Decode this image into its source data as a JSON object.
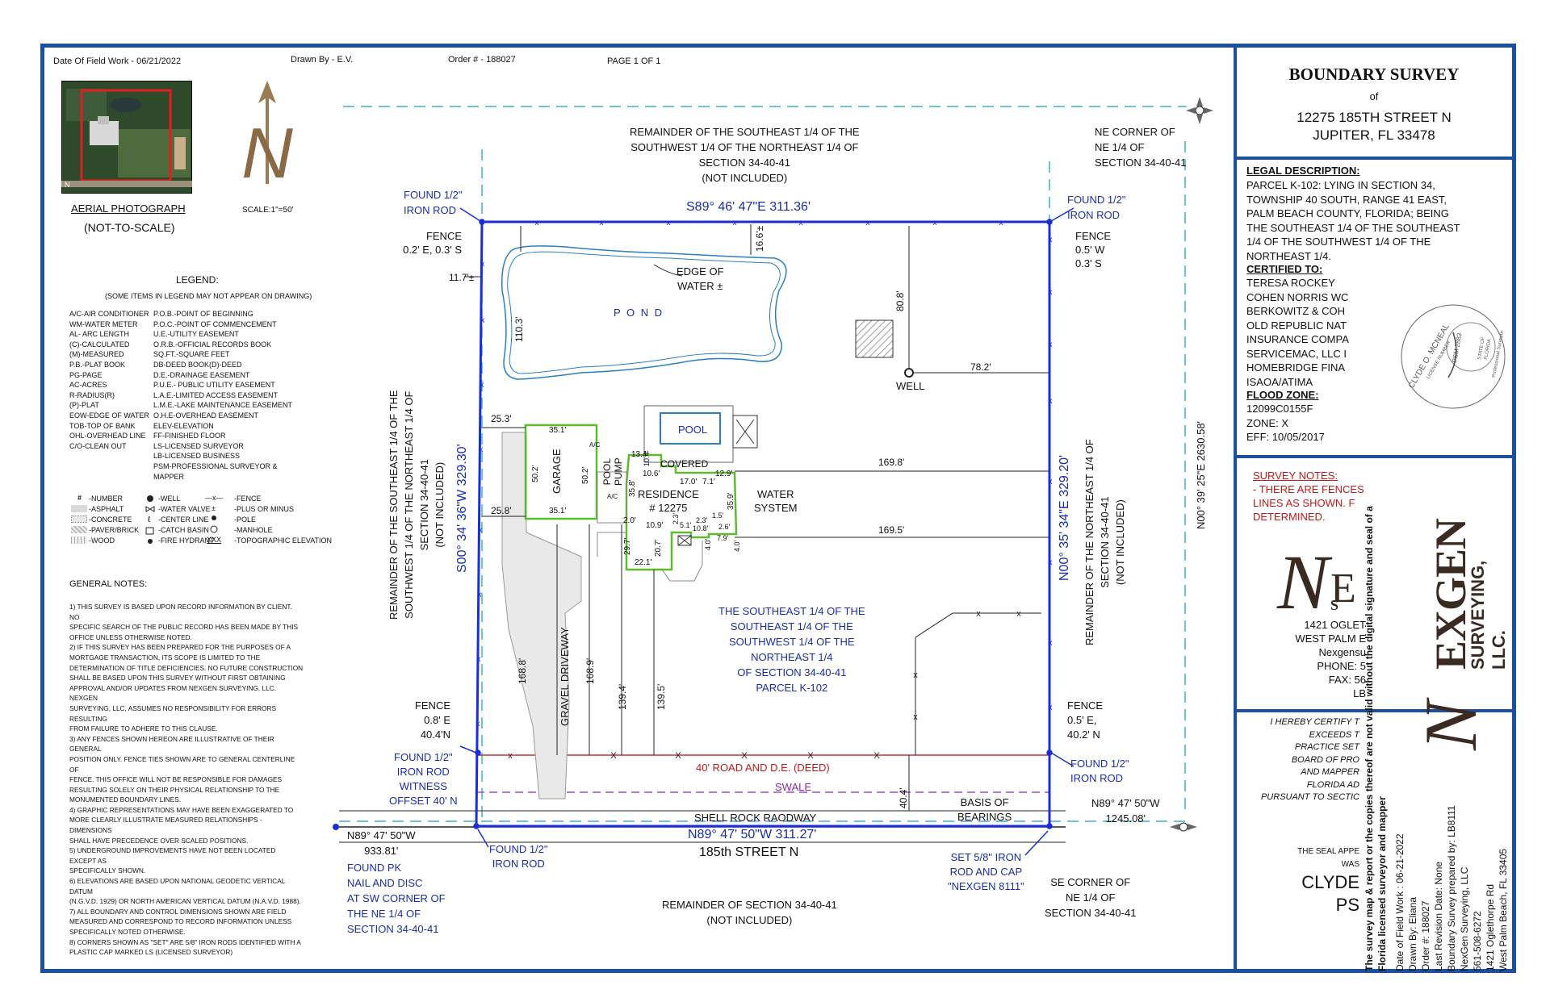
{
  "header": {
    "field_work": "Date Of Field Work -   06/21/2022",
    "drawn_by": "Drawn By  -  E.V.",
    "order": "Order # - 188027",
    "page": "PAGE 1 OF 1"
  },
  "aerial": {
    "title": "AERIAL PHOTOGRAPH",
    "subtitle": "(NOT-TO-SCALE)"
  },
  "north": {
    "letter": "N",
    "scale": "SCALE:1\"=50'"
  },
  "legend": {
    "title": "LEGEND:",
    "note": "(SOME ITEMS IN LEGEND MAY NOT APPEAR ON DRAWING)",
    "col1": [
      "A/C-AIR CONDITIONER",
      "WM-WATER METER",
      "AL- ARC LENGTH",
      "(C)-CALCULATED",
      "(M)-MEASURED",
      "P.B.-PLAT BOOK",
      "PG-PAGE",
      "AC-ACRES",
      "R-RADIUS(R)",
      "(P)-PLAT",
      "EOW-EDGE OF WATER",
      "TOB-TOP OF BANK",
      "OHL-OVERHEAD LINE",
      "C/O-CLEAN OUT"
    ],
    "col2": [
      "P.O.B.-POINT OF BEGINNING",
      "P.O.C.-POINT OF COMMENCEMENT",
      "U.E.-UTILITY EASEMENT",
      "O.R.B.-OFFICIAL RECORDS BOOK",
      "SQ.FT.-SQUARE FEET",
      "DB-DEED BOOK(D)-DEED",
      "D.E.-DRAINAGE EASEMENT",
      "P.U.E.- PUBLIC UTILITY EASEMENT",
      "L.A.E.-LIMITED ACCESS EASEMENT",
      "L.M.E.-LAKE MAINTENANCE EASEMENT",
      "O.H.E-OVERHEAD EASEMENT",
      "ELEV-ELEVATION",
      "FF-FINISHED FLOOR",
      "LS-LICENSED SURVEYOR",
      "LB-LICENSED BUSINESS",
      "PSM-PROFESSIONAL SURVEYOR &",
      "MAPPER"
    ],
    "sym1": [
      "-NUMBER",
      "-ASPHALT",
      "-CONCRETE",
      "-PAVER/BRICK",
      "-WOOD"
    ],
    "sym1_glyph": "#",
    "sym2": [
      "-WELL",
      "-WATER VALVE",
      "-CENTER LINE",
      "-CATCH BASIN",
      "-FIRE HYDRANT"
    ],
    "sym3": [
      "-FENCE",
      "-PLUS OR MINUS",
      "-POLE",
      "-MANHOLE",
      "-TOPOGRAPHIC ELEVATION"
    ],
    "sym3_glyph_1": "x",
    "sym3_glyph_2": "±",
    "sym3_glyph_5": "XXX"
  },
  "general_notes": {
    "title": "GENERAL NOTES:",
    "lines": [
      "1) THIS SURVEY IS BASED UPON RECORD INFORMATION BY CLIENT. NO",
      "SPECIFIC SEARCH OF THE PUBLIC RECORD HAS BEEN MADE BY THIS",
      "OFFICE UNLESS OTHERWISE NOTED.",
      "2) IF THIS SURVEY HAS BEEN PREPARED FOR THE PURPOSES OF A",
      "MORTGAGE TRANSACTION, ITS SCOPE IS LIMITED TO THE",
      "DETERMINATION OF TITLE DEFICIENCIES. NO FUTURE CONSTRUCTION",
      "SHALL BE BASED UPON THIS SURVEY WITHOUT FIRST OBTAINING",
      "APPROVAL AND/OR UPDATES FROM NEXGEN SURVEYING, LLC. NEXGEN",
      "SURVEYING, LLC, ASSUMES NO RESPONSIBILITY FOR ERRORS RESULTING",
      "FROM FAILURE TO ADHERE TO THIS CLAUSE.",
      "3) ANY FENCES SHOWN HEREON ARE ILLUSTRATIVE OF THEIR GENERAL",
      "POSITION ONLY. FENCE TIES SHOWN ARE TO GENERAL CENTERLINE OF",
      "FENCE. THIS OFFICE WILL NOT BE RESPONSIBLE FOR DAMAGES",
      "RESULTING SOLELY ON THEIR PHYSICAL RELATIONSHIP TO THE",
      "MONUMENTED BOUNDARY LINES.",
      "4) GRAPHIC REPRESENTATIONS MAY HAVE BEEN EXAGGERATED TO",
      "MORE CLEARLY ILLUSTRATE MEASURED RELATIONSHIPS - DIMENSIONS",
      "SHALL HAVE PRECEDENCE OVER SCALED POSITIONS.",
      "5) UNDERGROUND IMPROVEMENTS HAVE NOT BEEN LOCATED EXCEPT AS",
      "SPECIFICALLY SHOWN.",
      "6) ELEVATIONS ARE BASED UPON NATIONAL GEODETIC VERTICAL DATUM",
      "(N.G.V.D. 1929) OR NORTH AMERICAN VERTICAL DATUM (N.A.V.D. 1988).",
      "7) ALL BOUNDARY AND CONTROL DIMENSIONS SHOWN ARE FIELD",
      "MEASURED AND CORRESPOND TO RECORD INFORMATION UNLESS",
      "SPECIFICALLY NOTED OTHERWISE.",
      "8) CORNERS SHOWN AS \"SET\" ARE 5/8\" IRON RODS IDENTIFIED WITH A",
      "PLASTIC CAP MARKED LS (LICENSED SURVEYOR)"
    ]
  },
  "plat": {
    "north_remainder": [
      "REMAINDER  OF THE SOUTHEAST 1/4 OF THE",
      "SOUTHWEST 1/4 OF THE NORTHEAST 1/4 OF",
      "SECTION 34-40-41",
      "(NOT INCLUDED)"
    ],
    "ne_corner": [
      "NE CORNER OF",
      "NE 1/4 OF",
      "SECTION 34-40-41"
    ],
    "found_nw": [
      "FOUND 1/2\"",
      "IRON ROD"
    ],
    "found_ne": [
      "FOUND 1/2\"",
      "IRON ROD"
    ],
    "bearing_north": "S89° 46' 47\"E   311.36'",
    "bearing_west": "S00° 34' 36\"W   329.30'",
    "bearing_east": "N00° 35' 34\"E   329.20'",
    "bearing_south": "N89° 47' 50\"W   311.27'",
    "fence_nw": [
      "FENCE",
      "0.2' E, 0.3' S"
    ],
    "fence_ne": [
      "FENCE",
      "0.5' W",
      "0.3' S"
    ],
    "fence_sw": [
      "FENCE",
      "0.8' E",
      "40.4'N"
    ],
    "fence_se": [
      "FENCE",
      "0.5' E,",
      "40.2' N"
    ],
    "pond": "P O N D",
    "edge_water": [
      "EDGE OF",
      "WATER ±"
    ],
    "dim_16_6": "16.6'±",
    "dim_11_7": "11.7'±",
    "dim_110_3": "110.3'",
    "dim_80_8": "80.8'",
    "dim_78_2": "78.2'",
    "well": "WELL",
    "pool": "POOL",
    "garage": "GARAGE",
    "pool_pump": [
      "POOL",
      "PUMP"
    ],
    "covered": "COVERED",
    "residence": [
      "RESIDENCE",
      "# 12275"
    ],
    "water_system": [
      "WATER",
      "SYSTEM"
    ],
    "dim_25_3": "25.3'",
    "dim_25_8": "25.8'",
    "dim_35_1a": "35.1'",
    "dim_35_1b": "35.1'",
    "dim_50_2a": "50.2'",
    "dim_50_2b": "50.2'",
    "dim_13_4": "13.4'",
    "dim_10_6": "10.6'",
    "dim_10_4": "10.4'",
    "dim_17_0": "17.0'",
    "dim_7_1": "7.1'",
    "dim_12_9": "12.9'",
    "dim_35_8": "35.8'",
    "dim_35_9": "35.9'",
    "dim_2_0": "2.0'",
    "dim_10_9": "10.9'",
    "dim_2_3a": "2.3'",
    "dim_5_1": "5.1'",
    "dim_2_3b": "2.3'",
    "dim_1_5": "1.5'",
    "dim_2_6": "2.6'",
    "dim_10_8": "10.8'",
    "dim_7_9": "7.9'",
    "dim_4_0a": "4.0'",
    "dim_4_0b": "4.0'",
    "dim_29_7": "29.7'",
    "dim_22_1": "22.1'",
    "dim_20_7": "20.7'",
    "dim_169_8": "169.8'",
    "dim_169_5": "169.5'",
    "dim_168_8": "168.8'",
    "dim_168_9": "168.9'",
    "dim_139_4": "139.4'",
    "dim_139_5": "139.5'",
    "dim_40_4": "40.4'",
    "gravel_driveway": "GRAVEL DRIVEWAY",
    "ac_label_1": "A/C",
    "ac_label_2": "A/C",
    "parcel": [
      "THE SOUTHEAST 1/4 OF THE",
      "SOUTHEAST 1/4 OF THE",
      "SOUTHWEST 1/4 OF THE",
      "NORTHEAST 1/4",
      "OF SECTION 34-40-41",
      "PARCEL K-102"
    ],
    "west_remainder": [
      "REMAINDER OF THE SOUTHEAST 1/4 OF THE",
      "SOUTHWEST 1/4 OF THE NORTHEAST 1/4 OF",
      "SECTION 34-40-41",
      "(NOT INCLUDED)"
    ],
    "east_remainder": [
      "REMAINDER OF THE NORTHEAST 1/4 OF",
      "SECTION 34-40-41",
      "(NOT INCLUDED)"
    ],
    "east_bearing_total": "N00° 39' 25\"E     2630.58'",
    "road_de": "40' ROAD AND  D.E. (DEED)",
    "swale": "SWALE",
    "found_sw_witness": [
      "FOUND 1/2\"",
      "IRON ROD",
      "WITNESS",
      "OFFSET 40' N"
    ],
    "found_se": [
      "FOUND 1/2\"",
      "IRON ROD"
    ],
    "basis": [
      "BASIS OF",
      "BEARINGS"
    ],
    "shell_rock": "SHELL ROCK RAODWAY",
    "street": "185th  STREET  N",
    "west_tie": [
      "N89° 47' 50\"W",
      "933.81'"
    ],
    "east_tie": [
      "N89° 47' 50\"W",
      "1245.08'"
    ],
    "found_south": [
      "FOUND 1/2\"",
      "IRON ROD"
    ],
    "set_rod": [
      "SET 5/8\" IRON",
      "ROD AND CAP",
      "\"NEXGEN 8111\""
    ],
    "found_pk": [
      "FOUND PK",
      "NAIL AND DISC",
      "AT SW CORNER OF",
      "THE  NE 1/4 OF",
      "SECTION 34-40-41"
    ],
    "se_corner": [
      "SE CORNER OF",
      "NE 1/4 OF",
      "SECTION 34-40-41"
    ],
    "south_remainder": [
      "REMAINDER  OF  SECTION 34-40-41",
      "(NOT INCLUDED)"
    ]
  },
  "title_block": {
    "title": "BOUNDARY SURVEY",
    "of": "of",
    "address1": "12275 185TH STREET N",
    "address2": "JUPITER, FL 33478",
    "legal_title": "LEGAL DESCRIPTION:",
    "legal": [
      "PARCEL K-102: LYING IN SECTION 34,",
      "TOWNSHIP 40 SOUTH, RANGE 41 EAST,",
      "PALM BEACH COUNTY, FLORIDA; BEING",
      "THE SOUTHEAST 1/4 OF THE SOUTHEAST",
      "1/4 OF THE SOUTHWEST 1/4 OF THE",
      "NORTHEAST 1/4."
    ],
    "certified_title": "CERTIFIED TO:",
    "certified": [
      "TERESA ROCKEY",
      "COHEN NORRIS WC",
      "BERKOWITZ & COH",
      "OLD REPUBLIC NAT",
      "INSURANCE COMPA",
      "SERVICEMAC, LLC I",
      "HOMEBRIDGE FINA",
      "ISAOA/ATIMA"
    ],
    "flood_title": "FLOOD ZONE:",
    "flood": [
      "12099C0155F",
      "ZONE:          X",
      "EFF:  10/05/2017"
    ],
    "notes_title": "SURVEY NOTES:",
    "notes": [
      "- THERE ARE FENCES",
      "LINES AS SHOWN. F",
      "DETERMINED."
    ],
    "company_address": [
      "1421 OGLET",
      "WEST PALM E",
      "Nexgensu",
      "PHONE: 5",
      "FAX: 56",
      "LB"
    ],
    "logo_main": "EXGEN",
    "logo_sub": "SURVEYING, LLC.",
    "logo_letter": "N",
    "logo_small_e": "E",
    "logo_small_s": "S",
    "certify": [
      "I HEREBY CERTIFY T",
      "EXCEEDS T",
      "PRACTICE SET",
      "BOARD OF PRO",
      "AND MAPPER",
      "FLORIDA AD",
      "PURSUANT TO SECTIC"
    ],
    "seal_note": [
      "THE SEAL APPE",
      "WAS"
    ],
    "surveyor_name": [
      "CLYDE",
      "PS"
    ],
    "seal_text": [
      "CLYDE O. MCNEAL",
      "LICENSE NUMBER",
      "PSM 2883",
      "STATE OF",
      "FLORIDA",
      "Professional Surveyor"
    ],
    "vertical_warning": [
      "The survey map & report or the copies thereof are not valid without the digital signature and seal of a",
      "Florida licensed surveyor and mapper"
    ],
    "vertical_info": [
      "Date of Field Work : 06-21-2022",
      "Drawn By: Eliana",
      "Order #: 188027",
      "Last Revision Date: None",
      "Boundary Survey prepared by: LB8111",
      "NexGen Surveying, LLC",
      "561-508-6272",
      "1421 Oglethorpe Rd",
      "West Palm Beach, FL 33405"
    ]
  },
  "colors": {
    "border": "#1d4fa0",
    "boundary": "#1a2ed6",
    "structure": "#5dbb2e",
    "pond": "#2a7fc0",
    "road_line": "#c83030",
    "swale": "#a04ad0",
    "dashed_guide": "#3fb2c8",
    "logo": "#3a2a22"
  }
}
